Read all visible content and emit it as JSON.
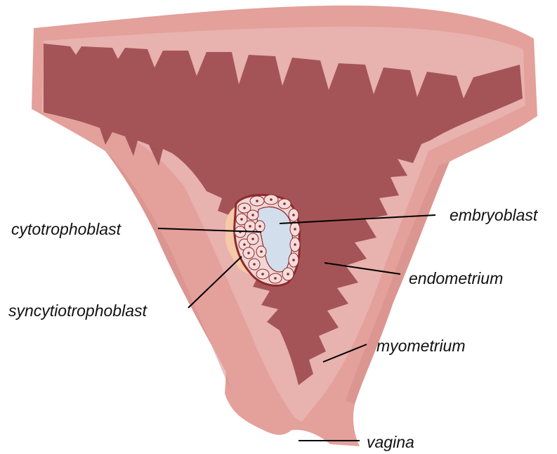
{
  "labels": {
    "cytotrophoblast": "cytotrophoblast",
    "syncytiotrophoblast": "syncytiotrophoblast",
    "embryoblast": "embryoblast",
    "endometrium": "endometrium",
    "myometrium": "myometrium",
    "vagina": "vagina"
  },
  "colors": {
    "myometrium": "#E4A09A",
    "myometrium_dark": "#D58E8A",
    "endometrium": "#E8B2AE",
    "cavity": "#A45457",
    "embryoblast_fill": "#D3DEEC",
    "trophoblast_outline": "#8E2A2C",
    "syncytiotrophoblast": "#F6C9A8",
    "cell_fill": "#F4DCDC"
  }
}
